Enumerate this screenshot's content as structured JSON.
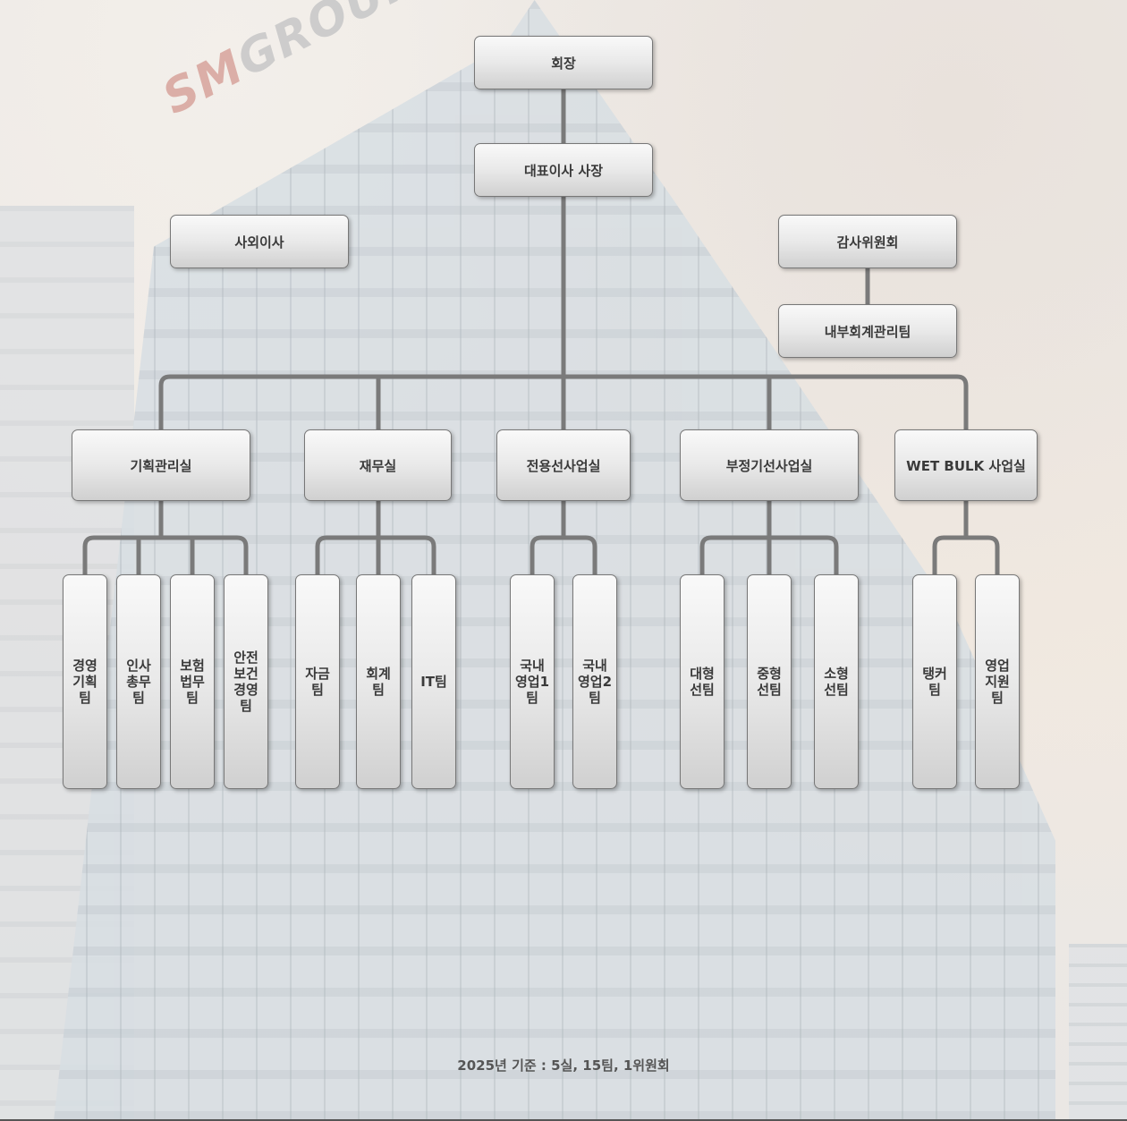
{
  "background": {
    "sign_text": {
      "prefix": "SM",
      "suffix": "GROUP"
    }
  },
  "chairman": "회장",
  "ceo": "대표이사 사장",
  "outside_director": "사외이사",
  "audit_committee": "감사위원회",
  "internal_accounting_team": "내부회계관리팀",
  "offices": [
    {
      "label": "기획관리실",
      "teams": [
        "경영기획팀",
        "인사총무팀",
        "보험법무팀",
        "안전보건경영팀"
      ]
    },
    {
      "label": "재무실",
      "teams": [
        "자금팀",
        "회계팀",
        "IT팀"
      ]
    },
    {
      "label": "전용선사업실",
      "teams": [
        "국내영업1팀",
        "국내영업2팀"
      ]
    },
    {
      "label": "부정기선사업실",
      "teams": [
        "대형선팀",
        "중형선팀",
        "소형선팀"
      ]
    },
    {
      "label": "WET BULK 사업실",
      "teams": [
        "탱커팀",
        "영업지원팀"
      ]
    }
  ],
  "footer": "2025년 기준 : 5실, 15팀, 1위원회",
  "colors": {
    "connector": "#7a7a7a",
    "box_border": "#777777",
    "text": "#3a3a3a"
  }
}
